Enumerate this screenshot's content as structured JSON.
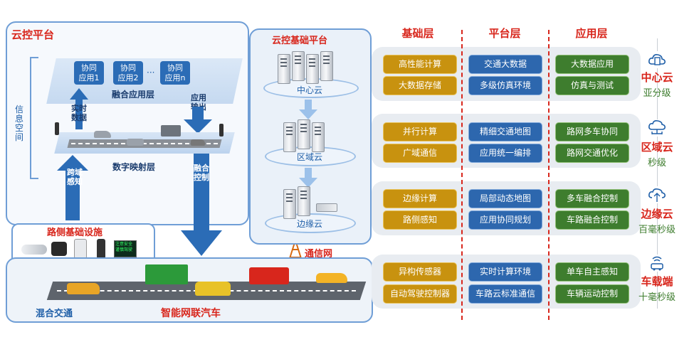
{
  "left": {
    "title": "云控平台",
    "fusion_apps": [
      "协同\n应用1",
      "协同\n应用2",
      "协同\n应用n"
    ],
    "ellipsis": "···",
    "fusion_layer": "融合应用层",
    "info_space": "信息空间",
    "realtime_data": "实时数据",
    "app_output": "应用输出",
    "mapping_layer": "数字映射层",
    "cross_domain": "跨域感知",
    "fusion_control": "融合控制",
    "roadside": "路侧基础设施",
    "sign_text": "注意安全 谨慎驾驶",
    "comm_net": "通信网",
    "mixed_traffic": "混合交通",
    "icv": "智能网联汽车"
  },
  "base_platform": {
    "title": "云控基础平台",
    "center": "中心云",
    "region": "区域云",
    "edge": "边缘云"
  },
  "columns": [
    "基础层",
    "平台层",
    "应用层"
  ],
  "rows": [
    {
      "base": [
        "高性能计算",
        "大数据存储"
      ],
      "platform": [
        "交通大数据",
        "多级仿真环境"
      ],
      "app": [
        "大数据应用",
        "仿真与测试"
      ],
      "label": "中心云",
      "latency": "亚分级",
      "icon": "server-cloud-icon"
    },
    {
      "base": [
        "并行计算",
        "广域通信"
      ],
      "platform": [
        "精细交通地图",
        "应用统一编排"
      ],
      "app": [
        "路网多车协同",
        "路网交通优化"
      ],
      "label": "区域云",
      "latency": "秒级",
      "icon": "network-cloud-icon"
    },
    {
      "base": [
        "边缘计算",
        "路侧感知"
      ],
      "platform": [
        "局部动态地图",
        "应用协同规划"
      ],
      "app": [
        "多车融合控制",
        "车路融合控制"
      ],
      "label": "边缘云",
      "latency": "百毫秒级",
      "icon": "edge-cloud-icon"
    },
    {
      "base": [
        "异构传感器",
        "自动驾驶控制器"
      ],
      "platform": [
        "实时计算环境",
        "车路云标准通信"
      ],
      "app": [
        "单车自主感知",
        "车辆运动控制"
      ],
      "label": "车载端",
      "latency": "十毫秒级",
      "icon": "vehicle-signal-icon"
    }
  ],
  "colors": {
    "red": "#d8261c",
    "blue": "#2d67ae",
    "gold": "#c8920f",
    "green": "#3e7d2e"
  }
}
